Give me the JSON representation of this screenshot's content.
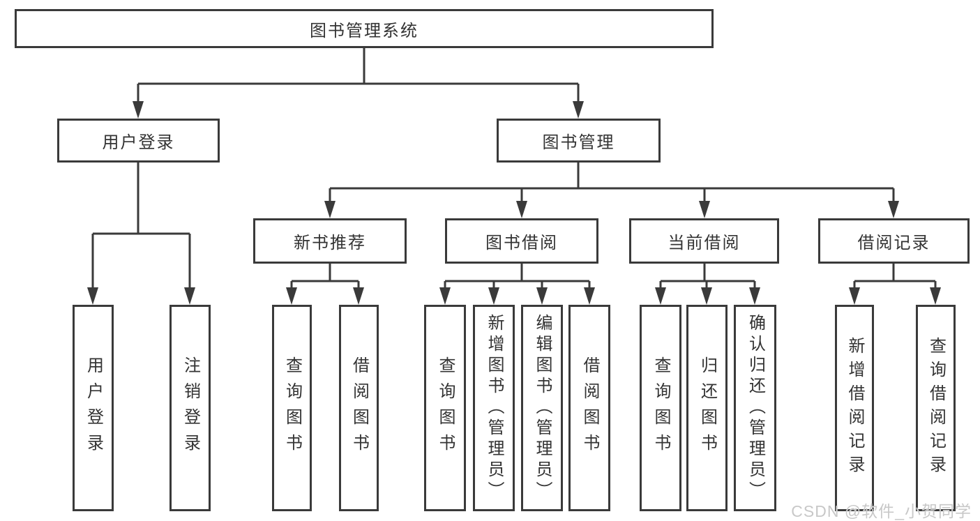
{
  "nodes": {
    "root": {
      "label": "图书管理系统"
    },
    "level2": [
      {
        "label": "用户登录"
      },
      {
        "label": "图书管理"
      }
    ],
    "level3": [
      {
        "label": "新书推荐",
        "parent": "图书管理"
      },
      {
        "label": "图书借阅",
        "parent": "图书管理"
      },
      {
        "label": "当前借阅",
        "parent": "图书管理"
      },
      {
        "label": "借阅记录",
        "parent": "图书管理"
      }
    ],
    "leaves": [
      {
        "label": "用户登录",
        "parent": "用户登录"
      },
      {
        "label": "注销登录",
        "parent": "用户登录"
      },
      {
        "label": "查询图书",
        "parent": "新书推荐"
      },
      {
        "label": "借阅图书",
        "parent": "新书推荐"
      },
      {
        "label": "查询图书",
        "parent": "图书借阅"
      },
      {
        "label": "新增图书（管理员）",
        "parent": "图书借阅"
      },
      {
        "label": "编辑图书（管理员）",
        "parent": "图书借阅"
      },
      {
        "label": "借阅图书",
        "parent": "图书借阅"
      },
      {
        "label": "查询图书",
        "parent": "当前借阅"
      },
      {
        "label": "归还图书",
        "parent": "当前借阅"
      },
      {
        "label": "确认归还（管理员）",
        "parent": "当前借阅"
      },
      {
        "label": "新增借阅记录",
        "parent": "借阅记录"
      },
      {
        "label": "查询借阅记录",
        "parent": "借阅记录"
      }
    ]
  },
  "watermark": {
    "text": "CSDN @软件_小贺同学"
  },
  "colors": {
    "line": "#3a3a3a",
    "text": "#333333",
    "watermark": "#c8c8c8",
    "background": "#ffffff"
  }
}
